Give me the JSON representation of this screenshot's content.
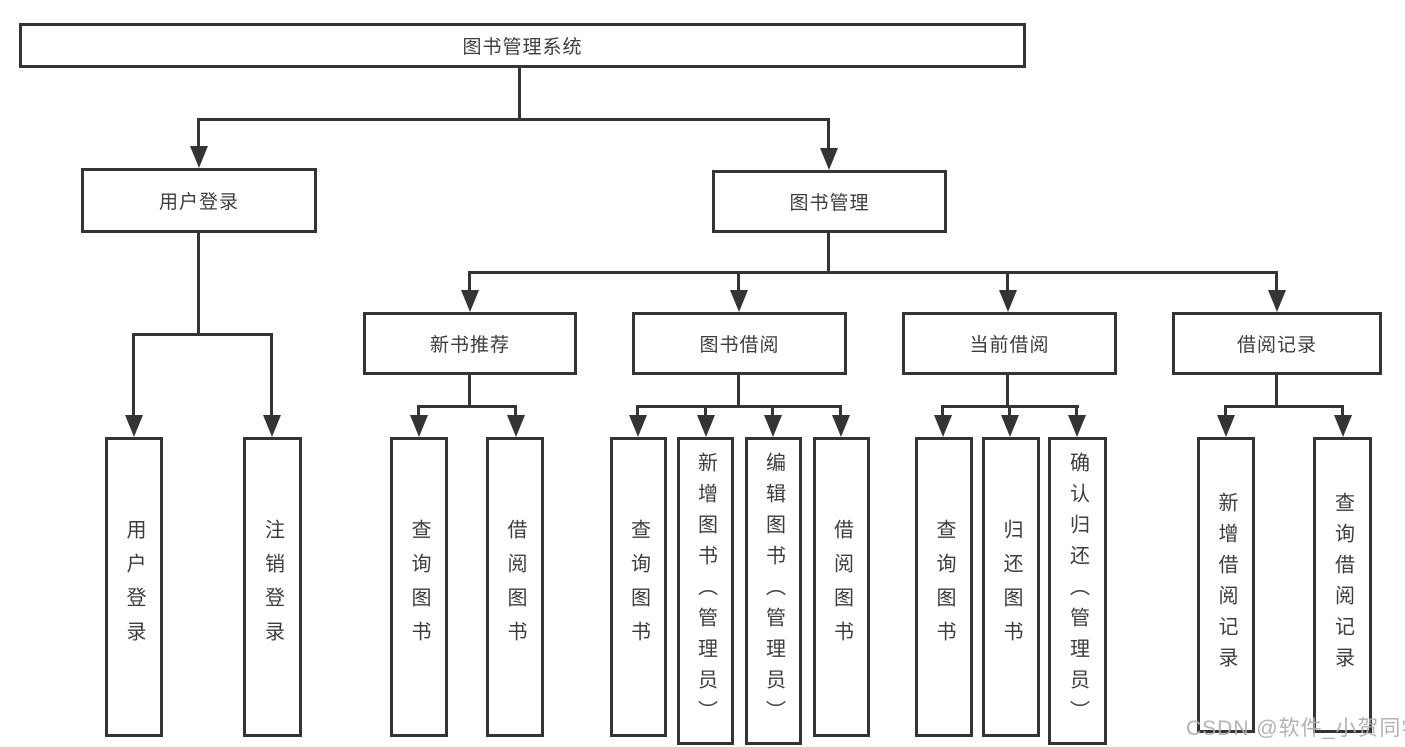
{
  "diagram": {
    "title": "图书管理系统",
    "nodes": {
      "root": "图书管理系统",
      "l2": {
        "user_login": "用户登录",
        "book_mgmt": "图书管理"
      },
      "l3": {
        "new_book_rec": "新书推荐",
        "book_borrow": "图书借阅",
        "current_borrow": "当前借阅",
        "borrow_records": "借阅记录"
      },
      "leaves": {
        "ul_login": "用户登录",
        "ul_logout": "注销登录",
        "nb_query": "查询图书",
        "nb_borrow": "借阅图书",
        "bb_query": "查询图书",
        "bb_add": "新增图书（管理员）",
        "bb_edit": "编辑图书（管理员）",
        "bb_borrow": "借阅图书",
        "cb_query": "查询图书",
        "cb_return": "归还图书",
        "cb_confirm": "确认归还（管理员）",
        "br_add": "新增借阅记录",
        "br_query": "查询借阅记录"
      }
    },
    "colors": {
      "line": "#343434",
      "text": "#3d3d3d",
      "watermark": "#afafaf"
    }
  },
  "watermark": "CSDN @软件_小贺同学"
}
